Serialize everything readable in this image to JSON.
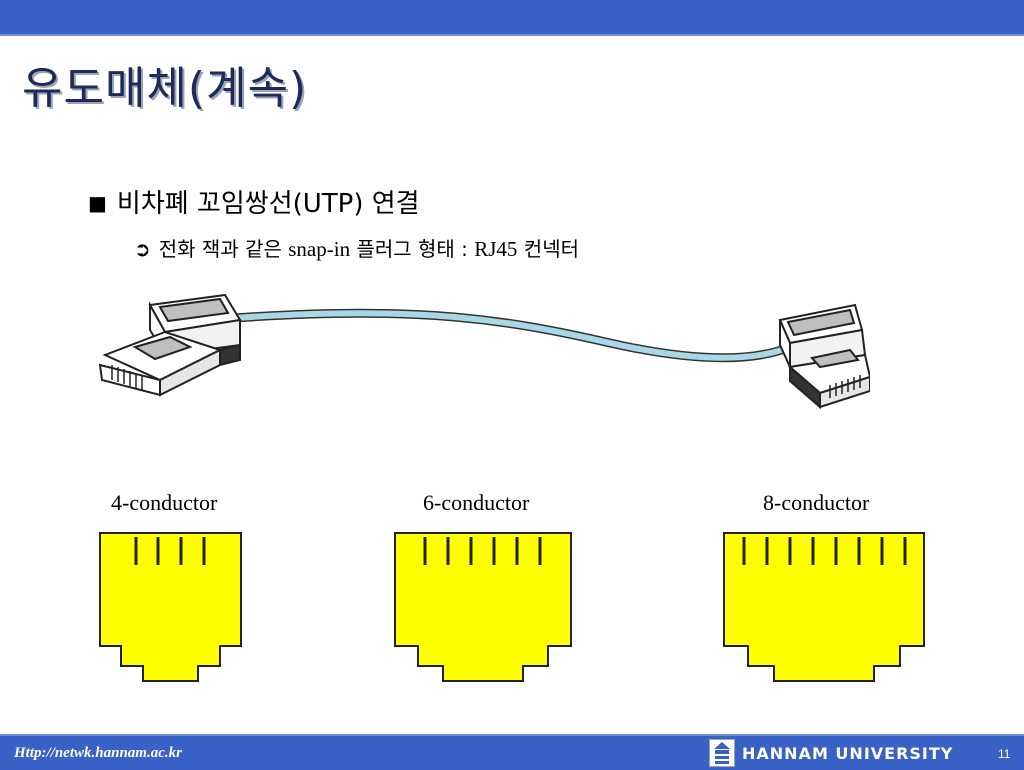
{
  "slide": {
    "title": "유도매체(계속)",
    "bullet1": {
      "marker": "■",
      "text": "비차폐 꼬임쌍선(UTP) 연결"
    },
    "bullet2": {
      "marker": "➲",
      "text_before": "전화 잭과 같은",
      "text_serif": "snap-in",
      "text_after": "플러그 형태 :",
      "text_serif2": "RJ45",
      "text_end": "컨넥터"
    }
  },
  "connectors": [
    {
      "label": "4-conductor",
      "conductors": 4
    },
    {
      "label": "6-conductor",
      "conductors": 6
    },
    {
      "label": "8-conductor",
      "conductors": 8
    }
  ],
  "colors": {
    "bar": "#3a62c6",
    "plug_fill": "#ffff00",
    "cable": "#a8d8e6"
  },
  "footer": {
    "url": "Http://netwk.hannam.ac.kr",
    "university": "HANNAM  UNIVERSITY",
    "page_number": "11"
  }
}
